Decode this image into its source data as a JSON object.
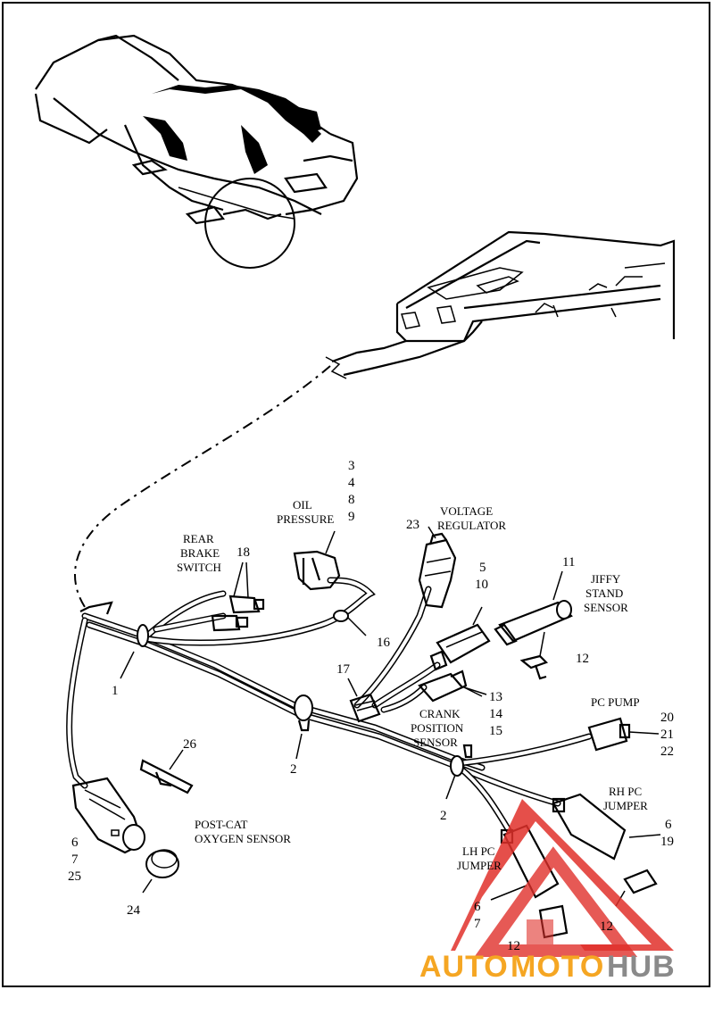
{
  "labels": {
    "n1": "1",
    "n2a": "2",
    "n2b": "2",
    "n3": "3",
    "n4": "4",
    "n8": "8",
    "n9": "9",
    "n5": "5",
    "n10": "10",
    "n11": "11",
    "n12a": "12",
    "n12b": "12",
    "n12c": "12",
    "n13": "13",
    "n14": "14",
    "n15": "15",
    "n16": "16",
    "n17": "17",
    "n18": "18",
    "n20": "20",
    "n21": "21",
    "n22": "22",
    "n23": "23",
    "n24": "24",
    "n26": "26",
    "n6a": "6",
    "n7a": "7",
    "n25": "25",
    "n6b": "6",
    "n19": "19",
    "n6c": "6",
    "n7c": "7"
  },
  "callouts": {
    "oil_pressure_1": "OIL",
    "oil_pressure_2": "PRESSURE",
    "voltage_regulator_1": "VOLTAGE",
    "voltage_regulator_2": "REGULATOR",
    "rear_brake_1": "REAR",
    "rear_brake_2": "BRAKE",
    "rear_brake_3": "SWITCH",
    "jiffy_1": "JIFFY",
    "jiffy_2": "STAND",
    "jiffy_3": "SENSOR",
    "pc_pump": "PC PUMP",
    "crank_1": "CRANK",
    "crank_2": "POSITION",
    "crank_3": "SENSOR",
    "rh_pc_1": "RH PC",
    "rh_pc_2": "JUMPER",
    "lh_pc_1": "LH PC",
    "lh_pc_2": "JUMPER",
    "post_cat_1": "POST-CAT",
    "post_cat_2": "OXYGEN SENSOR"
  },
  "watermark": {
    "part1": "AUTO",
    "part2": "MOTO",
    "part3": "HUB",
    "color_orange": "#f5a623",
    "color_gray": "#8a8a8a",
    "color_red": "#e0302a"
  }
}
